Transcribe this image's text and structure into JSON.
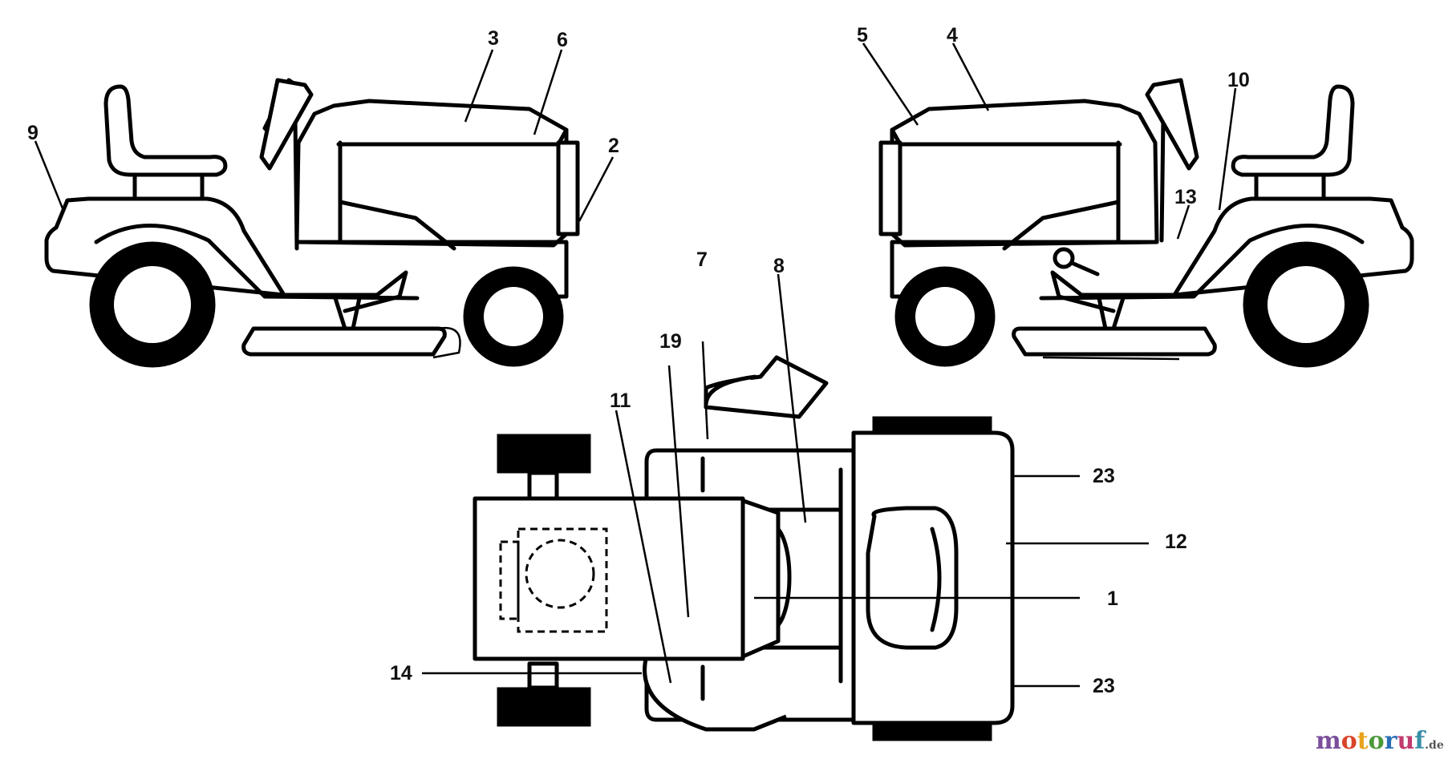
{
  "callouts": [
    "1",
    "2",
    "3",
    "4",
    "5",
    "6",
    "7",
    "8",
    "9",
    "10",
    "11",
    "12",
    "13",
    "14",
    "19",
    "23",
    "23"
  ],
  "watermark": {
    "letters": [
      "m",
      "o",
      "t",
      "o",
      "r",
      "u",
      "f"
    ],
    "suffix": ".de",
    "colors": [
      "#7a4e9c",
      "#d8442a",
      "#e8a31c",
      "#4b9a3a",
      "#2a6fb5",
      "#c23b6e",
      "#3a8fa8"
    ]
  }
}
